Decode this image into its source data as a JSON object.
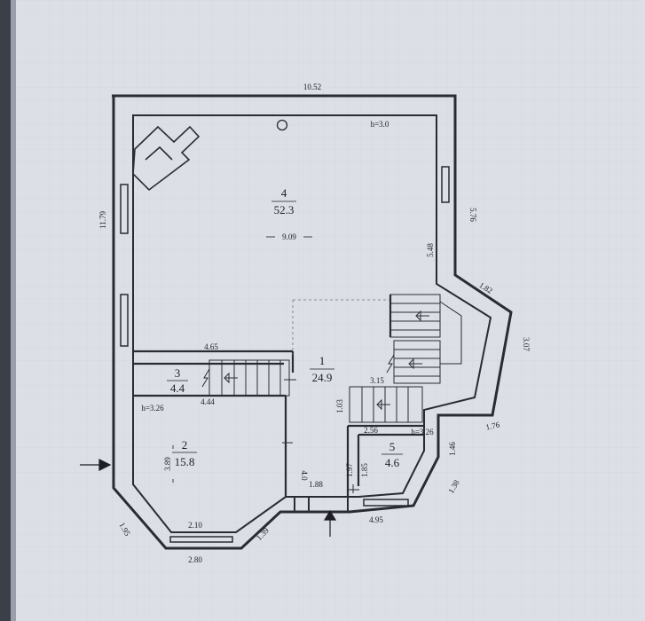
{
  "dimensions": {
    "top_width": "10.52",
    "left_height": "11.79",
    "inner_width": "9.09",
    "ceiling_top": "h=3.0",
    "right_upper": "5.76",
    "right_inner": "5.48",
    "bay_top": "1.82",
    "bay_side": "3.07",
    "bay_bottom": "1.76",
    "right_lower": "1.46",
    "corner_right": "1.38",
    "bottom_right": "4.95",
    "entry_width": "1.88",
    "entry_depth": "4.0",
    "lower_left_angle": "1.95",
    "bottom_inner": "2.10",
    "bottom_outer": "2.80",
    "lower_diag": "1.39",
    "stair_upper_width": "4.65",
    "stair_upper_inner": "4.44",
    "room2_height": "3.89",
    "ceiling_room2": "h=3.26",
    "stair_lower_width": "3.15",
    "stair_lower_height": "1.03",
    "room5_width": "2.56",
    "ceiling_room5": "h=3.26",
    "room5_height": "1.85",
    "room5_wall": "1.97"
  },
  "rooms": [
    {
      "number": "4",
      "area": "52.3"
    },
    {
      "number": "1",
      "area": "24.9"
    },
    {
      "number": "3",
      "area": "4.4"
    },
    {
      "number": "2",
      "area": "15.8"
    },
    {
      "number": "5",
      "area": "4.6"
    }
  ],
  "colors": {
    "paper": "#dcdfe6",
    "wall": "#2a2c31",
    "ink": "#1d1f24",
    "binding": "#3b3f47"
  }
}
